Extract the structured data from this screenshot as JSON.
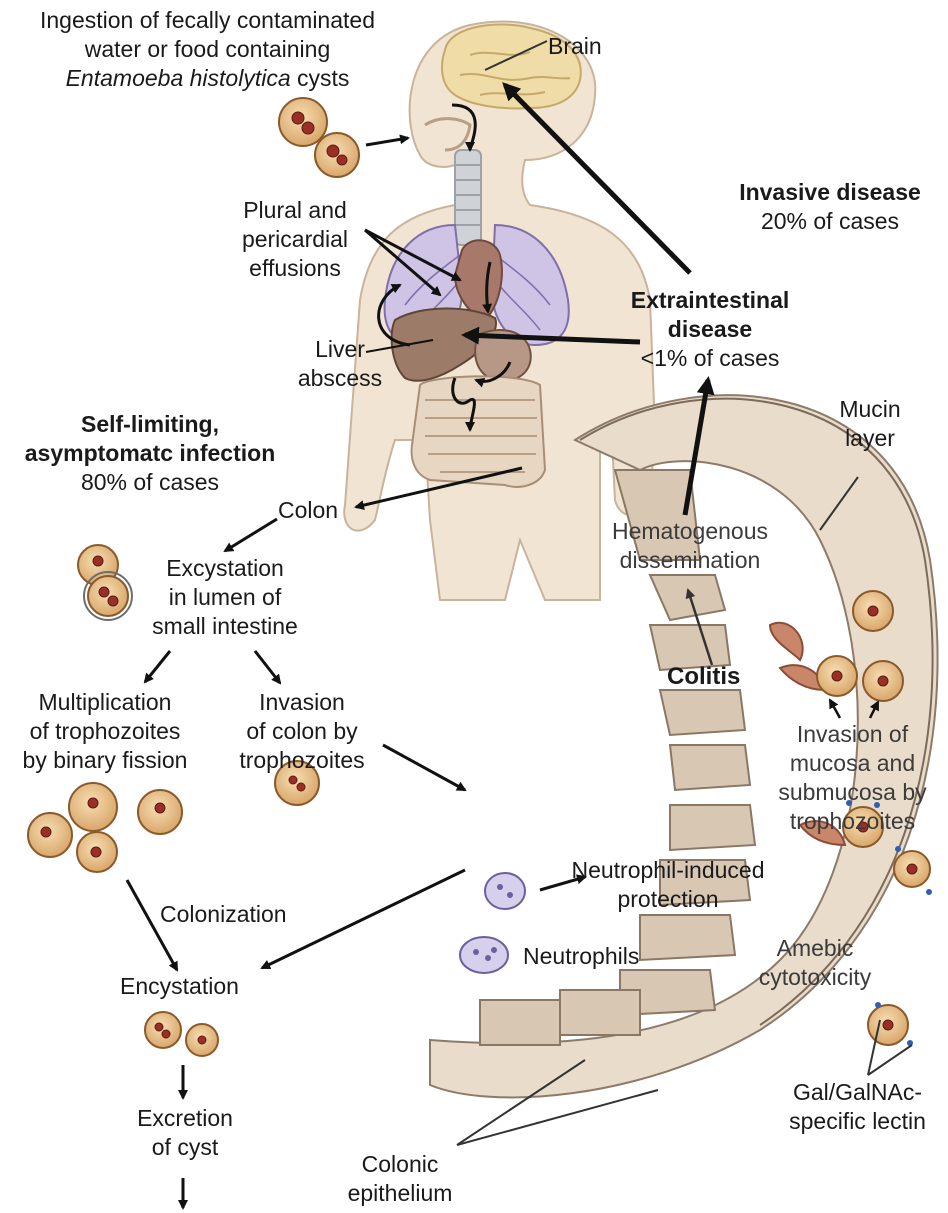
{
  "ingestion": {
    "line1": "Ingestion of fecally contaminated",
    "line2": "water or food containing",
    "line3_italic": "Entamoeba histolytica",
    "line3_rest": " cysts"
  },
  "organs": {
    "brain": "Brain",
    "effusions": [
      "Plural and",
      "pericardial",
      "effusions"
    ],
    "liver": [
      "Liver",
      "abscess"
    ],
    "colon": "Colon"
  },
  "invasive": {
    "title": "Invasive disease",
    "pct": "20% of cases"
  },
  "extraintestinal": {
    "line1": "Extraintestinal",
    "line2": "disease",
    "pct": "<1% of cases"
  },
  "self_limiting": {
    "line1": "Self-limiting,",
    "line2": "asymptomatc infection",
    "pct": "80% of cases"
  },
  "excystation": [
    "Excystation",
    "in lumen of",
    "small intestine"
  ],
  "multiplication": [
    "Multiplication",
    "of trophozoites",
    "by binary fission"
  ],
  "invasion_colon": [
    "Invasion",
    "of colon by",
    "trophozoites"
  ],
  "colonization": "Colonization",
  "encystation": "Encystation",
  "excretion": [
    "Excretion",
    "of cyst"
  ],
  "mucin": [
    "Mucin",
    "layer"
  ],
  "hematogenous": [
    "Hematogenous",
    "dissemination"
  ],
  "colitis": "Colitis",
  "invasion_mucosa": [
    "Invasion of",
    "mucosa and",
    "submucosa by",
    "trophozoites"
  ],
  "neutrophil_protection": [
    "Neutrophil-induced",
    "protection"
  ],
  "neutrophils": "Neutrophils",
  "amebic": [
    "Amebic",
    "cytotoxicity"
  ],
  "lectin": [
    "Gal/GalNAc-",
    "specific lectin"
  ],
  "epithelium": [
    "Colonic",
    "epithelium"
  ],
  "colors": {
    "cyst_fill": "#e8c089",
    "cyst_nucleus": "#9a2f25",
    "body_fill": "#f1e4d2",
    "lung_fill": "#cfc3e6",
    "organ_fill": "#9c7b68",
    "colon_fill": "#e9dccb",
    "neutrophil_fill": "#d7d0ec"
  }
}
